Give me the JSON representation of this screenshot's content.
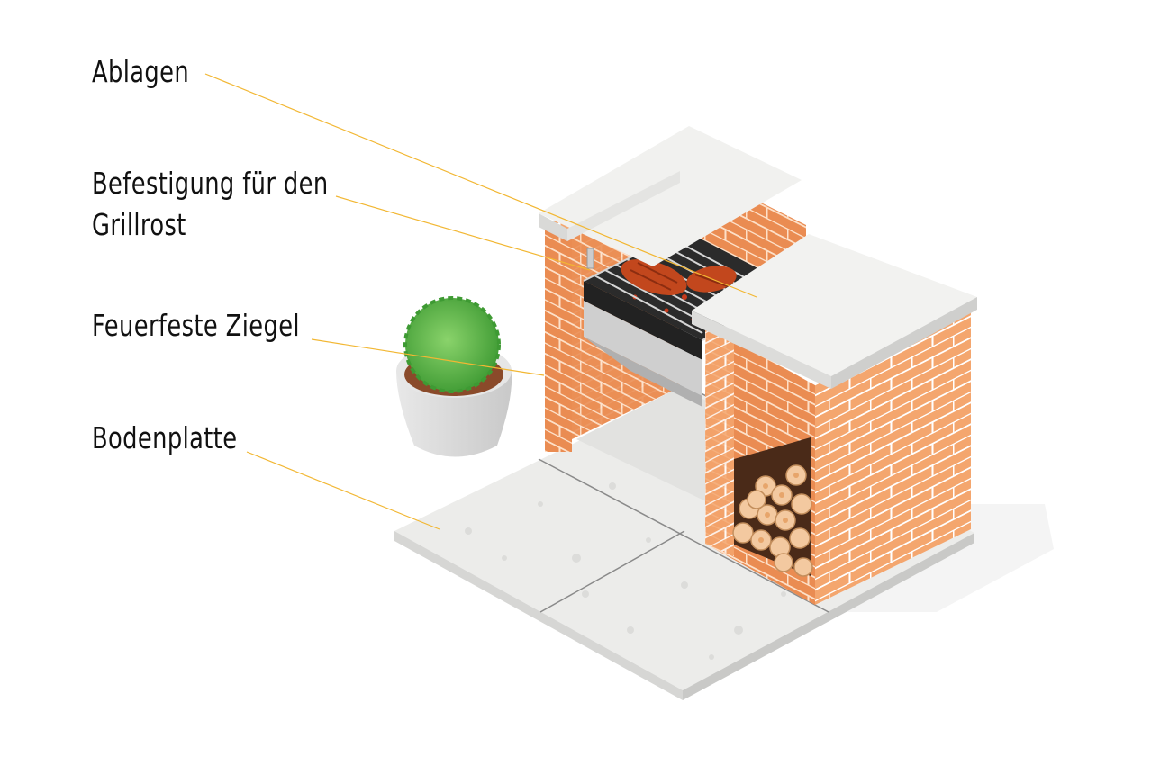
{
  "labels": {
    "ablagen": "Ablagen",
    "befestigung_line1": "Befestigung für den",
    "befestigung_line2": "Grillrost",
    "feuerfeste": "Feuerfeste Ziegel",
    "bodenplatte": "Bodenplatte"
  },
  "colors": {
    "leader_line": "#f2b733",
    "brick_front": "#f4a66e",
    "brick_side": "#e98a4e",
    "mortar": "#ffffff",
    "slab_top": "#f0f0ee",
    "slab_side": "#d8d8d6",
    "paving": "#ececea",
    "grill_steel": "#b5b5b5",
    "ember": "#c73a1c",
    "meat": "#c2471d",
    "log": "#f3c9a0",
    "plant": "#4cae3c",
    "pot": "#dddddd"
  }
}
